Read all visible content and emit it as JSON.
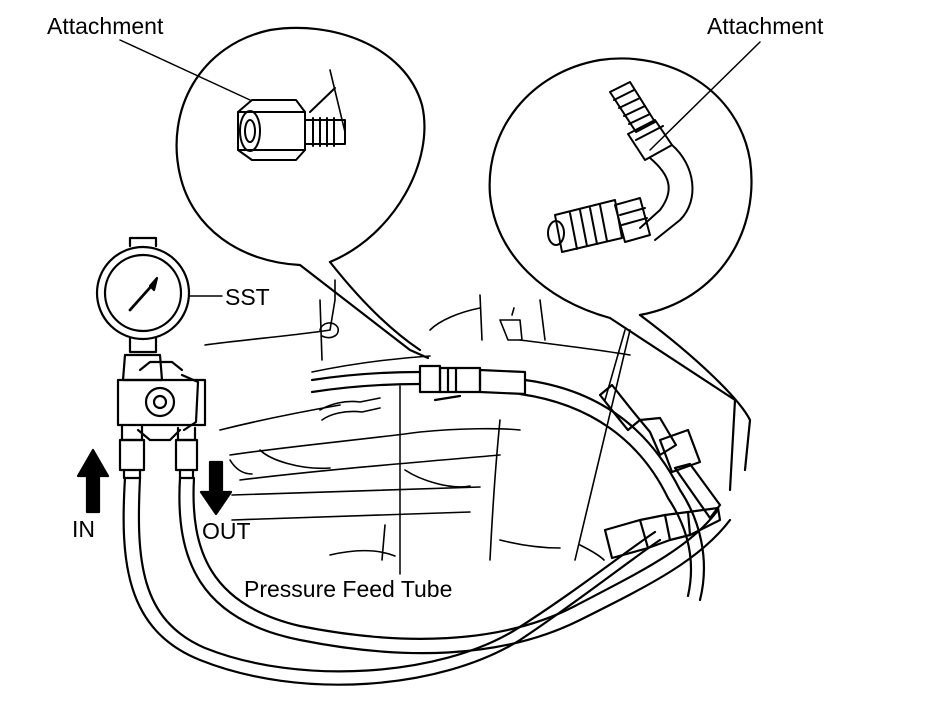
{
  "labels": {
    "attachment_left": "Attachment",
    "attachment_right": "Attachment",
    "sst": "SST",
    "in": "IN",
    "out": "OUT",
    "pressure_feed_tube": "Pressure Feed Tube"
  },
  "colors": {
    "ink": "#000000",
    "paper": "#ffffff"
  }
}
